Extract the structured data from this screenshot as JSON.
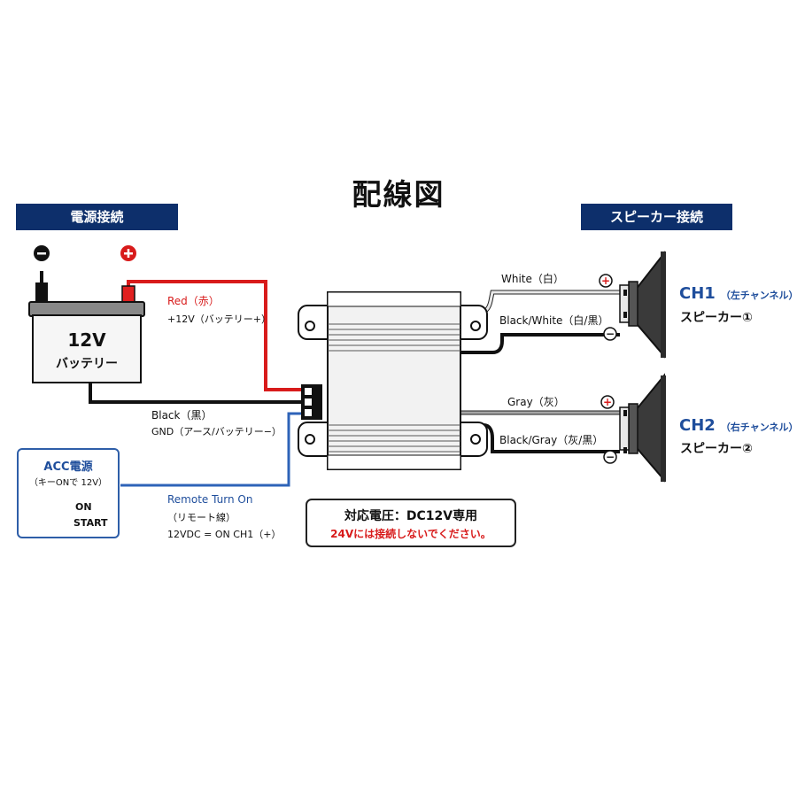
{
  "title": "配線図",
  "sections": {
    "power": "電源接続",
    "speaker": "スピーカー接続"
  },
  "battery": {
    "voltage": "12V",
    "name": "バッテリー",
    "neg_symbol": "−",
    "pos_symbol": "+"
  },
  "wires": {
    "red": "Red（赤）",
    "red_desc": "+12V（バッテリー+）",
    "black": "Black（黒）",
    "black_desc": "GND（アース/バッテリー−）",
    "remote": "Remote Turn On",
    "remote_desc1": "（リモート線）",
    "remote_desc2": "12VDC = ON CH1（+）",
    "white": "White（白）",
    "black_white": "Black/White（白/黒）",
    "gray": "Gray（灰）",
    "black_gray": "Black/Gray（灰/黒）"
  },
  "acc": {
    "title": "ACC電源",
    "sub": "（キーONで 12V）",
    "on": "ON",
    "start": "START"
  },
  "channels": {
    "ch1": "CH1",
    "ch1_note": "（左チャンネル）",
    "ch1_sub": "スピーカー①",
    "ch2": "CH2",
    "ch2_note": "（右チャンネル）",
    "ch2_sub": "スピーカー②",
    "plus_symbol": "+",
    "minus_symbol": "−"
  },
  "notice": {
    "line1": "対応電圧：DC12V専用",
    "line2": "24Vには接続しないでください。"
  },
  "colors": {
    "red_wire": "#d81b1b",
    "blue_wire": "#2e63b8",
    "navy": "#0d2f6b",
    "black_wire": "#111111",
    "white_wire": "#cfcfcf",
    "gray_wire": "#9a9a9a"
  }
}
